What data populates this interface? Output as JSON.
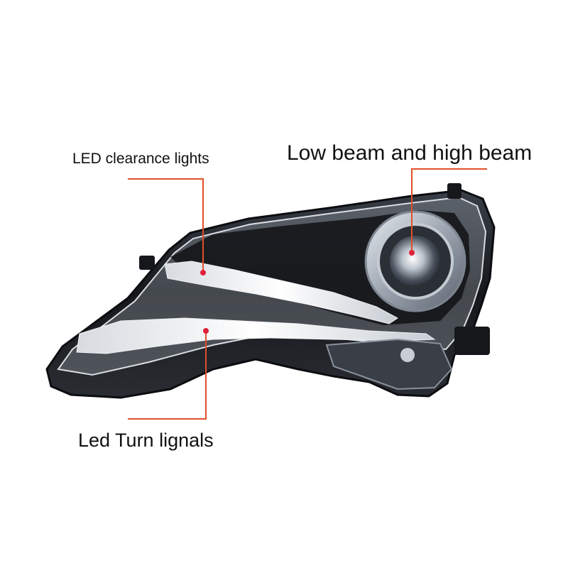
{
  "callouts": {
    "clearance": "LED clearance lights",
    "beam": "Low beam and high beam",
    "turn": "Led Turn lignals"
  },
  "colors": {
    "leader_line": "#e0502a",
    "marker": "#e0203a",
    "housing": "#1b1d22",
    "chrome": "#c9ced6",
    "led_strip": "#f2f4f7"
  }
}
